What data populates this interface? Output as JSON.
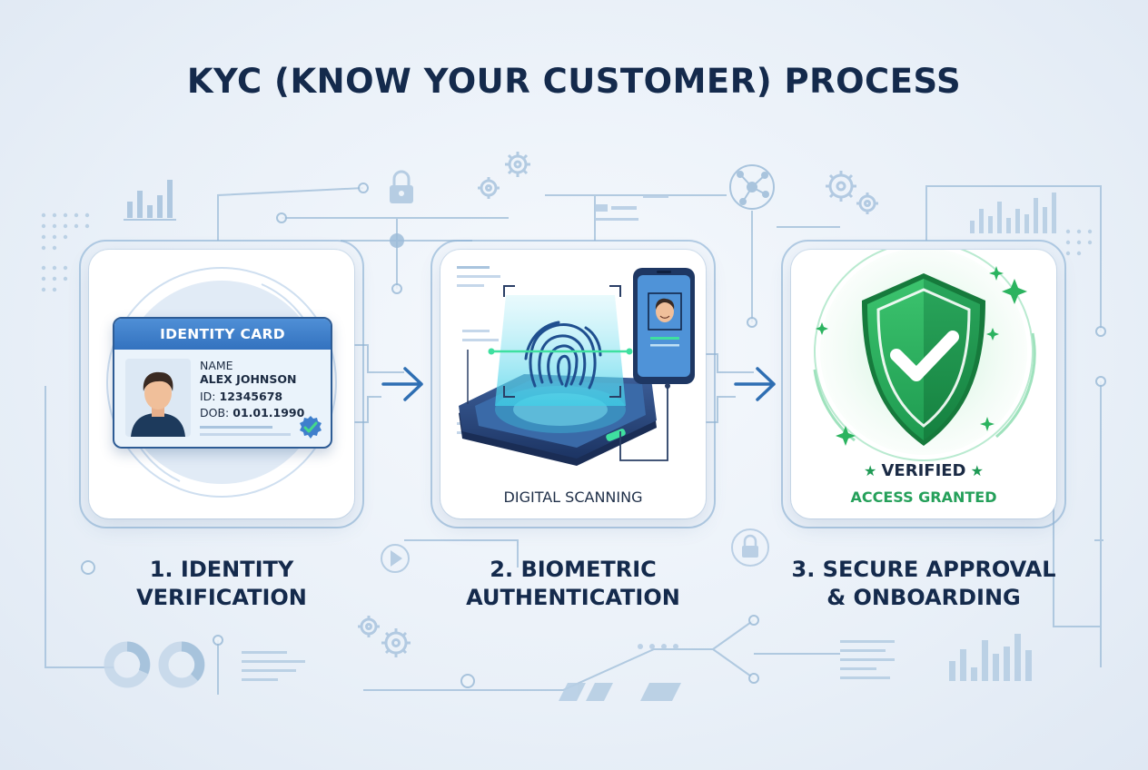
{
  "title": "KYC (KNOW YOUR CUSTOMER) PROCESS",
  "steps": [
    {
      "label_line1": "1. IDENTITY",
      "label_line2": "VERIFICATION",
      "card": {
        "header": "IDENTITY CARD",
        "name_label": "NAME",
        "name_value": "ALEX JOHNSON",
        "id_label": "ID:",
        "id_value": "12345678",
        "dob_label": "DOB:",
        "dob_value": "01.01.1990"
      }
    },
    {
      "label_line1": "2. BIOMETRIC",
      "label_line2": "AUTHENTICATION",
      "caption": "DIGITAL SCANNING"
    },
    {
      "label_line1": "3. SECURE APPROVAL",
      "label_line2": "& ONBOARDING",
      "status_primary": "VERIFIED",
      "status_secondary": "ACCESS GRANTED"
    }
  ],
  "colors": {
    "title": "#142a4c",
    "card_header_blue": "#3f7fcc",
    "scanner_cyan": "#3fd0e8",
    "shield_green": "#2bb35f",
    "access_green": "#25a05a",
    "circuit_line": "#8fb4d6"
  },
  "icons": [
    "lock-icon",
    "gear-icon",
    "network-hub-icon",
    "bar-chart-icon",
    "donut-chart-icon",
    "play-icon",
    "checkmark-icon",
    "fingerprint-icon",
    "smartphone-icon"
  ]
}
